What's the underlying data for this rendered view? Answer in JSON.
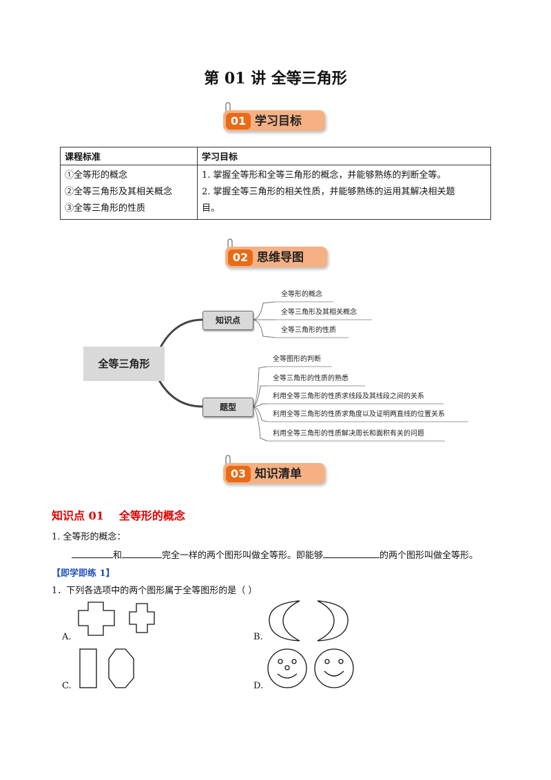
{
  "title": "第 01 讲  全等三角形",
  "sections": [
    {
      "num": "01",
      "label": "学习目标"
    },
    {
      "num": "02",
      "label": "思维导图"
    },
    {
      "num": "03",
      "label": "知识清单"
    }
  ],
  "goals_table": {
    "headers": [
      "课程标准",
      "学习目标"
    ],
    "standards": [
      "①全等形的概念",
      "②全等三角形及其相关概念",
      "③全等三角形的性质"
    ],
    "objectives": [
      "1. 掌握全等形和全等三角形的概念，并能够熟练的判断全等。",
      "2. 掌握全等三角形的相关性质，并能够熟练的运用其解决相关题",
      "目。"
    ]
  },
  "mind_map": {
    "root": "全等三角形",
    "branches": [
      {
        "label": "知识点",
        "items": [
          "全等形的概念",
          "全等三角形及其相关概念",
          "全等三角形的性质"
        ]
      },
      {
        "label": "题型",
        "items": [
          "全等图形的判断",
          "全等三角形的性质的熟悉",
          "利用全等三角形的性质求线段及其线段之间的关系",
          "利用全等三角形的性质求角度以及证明两直线的位置关系",
          "利用全等三角形的性质解决周长和面积有关的问题"
        ]
      }
    ]
  },
  "knowledge": {
    "heading_num": "知识点 01",
    "heading_text": "全等形的概念",
    "q1_label": "1. 全等形的概念：",
    "fill_and": "和",
    "fill_mid": "完全一样的两个图形叫做全等形。即能够",
    "fill_end": "的两个图形叫做全等形。",
    "practice_label": "【即学即练 1】",
    "question": "1．下列各选项中的两个图形属于全等图形的是（        ）",
    "options": [
      "A.",
      "B.",
      "C.",
      "D."
    ]
  },
  "colors": {
    "accent_orange": "#e96a17",
    "banner_bg": "#f5b183",
    "heading_red": "#e00000",
    "practice_blue": "#1f4fbf",
    "node_gray": "#d9d9d9"
  }
}
